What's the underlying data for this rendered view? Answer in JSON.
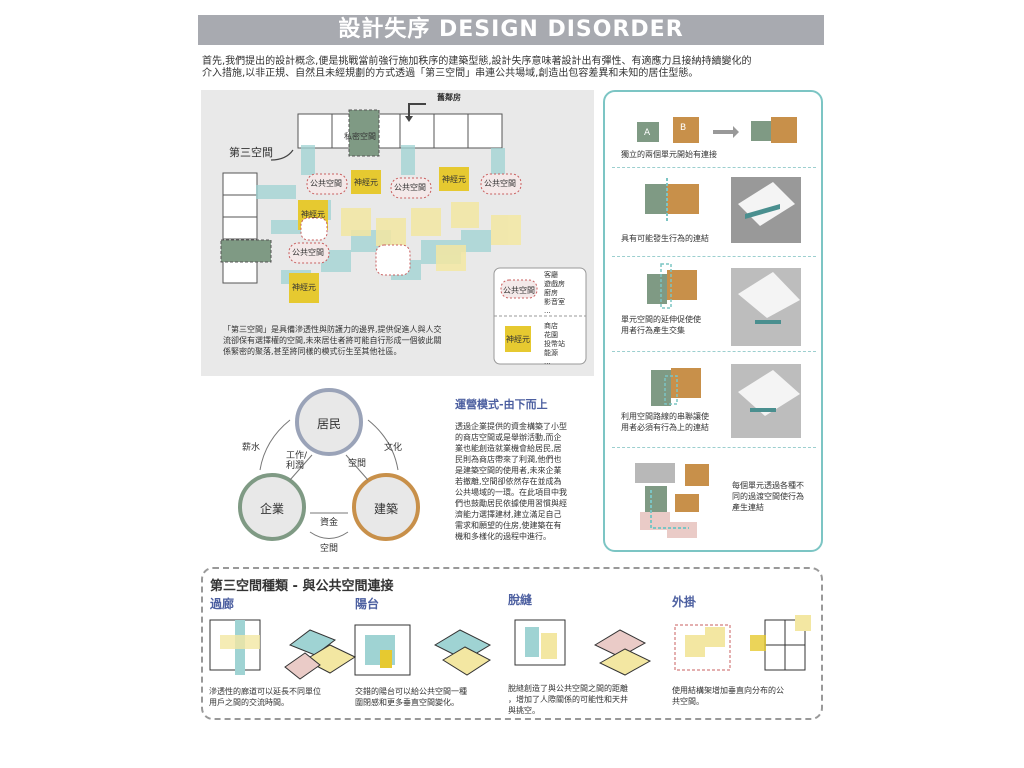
{
  "header": {
    "title": "設計失序  DESIGN DISORDER"
  },
  "intro": {
    "line1": "首先,我們提出的設計概念,便是挑戰當前強行施加秩序的建築型態,設計失序意味著設計出有彈性、有適應力且接納持續變化的",
    "line2": "介入措施,以非正規、自然且未經規劃的方式透過「第三空間」串連公共場域,創造出包容差異和未知的居住型態。"
  },
  "map": {
    "old_house": "舊鄰房",
    "private": "私密空間",
    "third_space": "第三空間",
    "public1": "公共空間",
    "public2": "公共空間",
    "public3": "公共空間",
    "public4": "公共空間",
    "unit1": "神經元",
    "unit2": "神經元",
    "unit3": "神經元",
    "unit4": "神經元",
    "caption1": "「第三空間」是具備滲透性與防護力的邊界,提供促進人與人交",
    "caption2": "流卻保有選擇權的空間,未來居住者將可能自行形成一個彼此關",
    "caption3": "係緊密的聚落,甚至將同樣的模式衍生至其他社區。",
    "legend": {
      "public_label": "公共空間",
      "public_items": [
        "客廳",
        "遊戲房",
        "廚房",
        "影音室",
        "..."
      ],
      "unit_label": "神經元",
      "unit_items": [
        "商店",
        "花園",
        "投幣站",
        "能源",
        "..."
      ]
    }
  },
  "cycle": {
    "resident": "居民",
    "enterprise": "企業",
    "architecture": "建築",
    "salary": "薪水",
    "culture": "文化",
    "work_profit": "工作/\n利潤",
    "space1": "空間",
    "capital": "資金",
    "space2": "空間"
  },
  "model": {
    "title": "運營模式-由下而上",
    "body": [
      "透過企業提供的資金構築了小型",
      "的商店空間或是舉辦活動,而企",
      "業也能創造就業機會給居民,居",
      "民則為商店帶來了利潤,他們也",
      "是建築空間的使用者,未來企業",
      "若撤離,空間卻依然存在並成為",
      "公共場域的一環。在此項目中我",
      "們也鼓勵居民依據使用習慣與經",
      "濟能力選擇建材,建立滿足自己",
      "需求和願望的住房,使建築在有",
      "機和多樣化的過程中進行。"
    ]
  },
  "steps": {
    "a": "A",
    "b": "B",
    "s1": "獨立的兩個單元開始有連接",
    "s2": "具有可能發生行為的連結",
    "s3a": "單元空間的延伸促使使",
    "s3b": "用者行為產生交集",
    "s4a": "利用空間路線的串聯讓使",
    "s4b": "用者必須有行為上的連結",
    "s5a": "每個單元透過各種不",
    "s5b": "同的過渡空間使行為",
    "s5c": "產生連結"
  },
  "types": {
    "title": "第三空間種類 - 與公共空間連接",
    "items": [
      {
        "name": "過廊",
        "d1": "滲透性的廊道可以延長不同單位",
        "d2": "用戶之間的交流時間。",
        "d3": ""
      },
      {
        "name": "陽台",
        "d1": "交錯的陽台可以給公共空間一種",
        "d2": "圍閉感和更多垂直空間變化。",
        "d3": ""
      },
      {
        "name": "脫縫",
        "d1": "脫縫創造了與公共空間之間的距離",
        "d2": "，增加了人際關係的可能性和天井",
        "d3": "與挑空。"
      },
      {
        "name": "外掛",
        "d1": "使用結構架增加垂直向分布的公",
        "d2": "共空間。",
        "d3": ""
      }
    ]
  },
  "colors": {
    "teal": "#7cc5c4",
    "olive": "#7f9a84",
    "orange": "#c8904a",
    "yellow": "#e6c930",
    "grey": "#a8aab0",
    "blue": "#4c5fa0"
  }
}
